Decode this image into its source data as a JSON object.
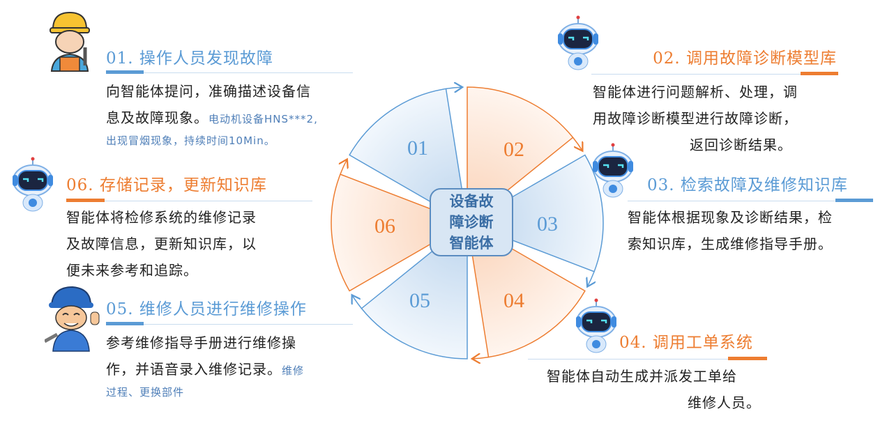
{
  "center": {
    "lines": [
      "设备故",
      "障诊断",
      "智能体"
    ]
  },
  "segments": [
    {
      "num": "01",
      "color": "#5b9bd5"
    },
    {
      "num": "02",
      "color": "#ed7d31"
    },
    {
      "num": "03",
      "color": "#5b9bd5"
    },
    {
      "num": "04",
      "color": "#ed7d31"
    },
    {
      "num": "05",
      "color": "#5b9bd5"
    },
    {
      "num": "06",
      "color": "#ed7d31"
    }
  ],
  "steps": [
    {
      "title": "01. 操作人员发现故障",
      "lines": [
        "向智能体提问，准确描述设备信",
        "息及故障现象。"
      ],
      "note": [
        "电动机设备HNS***2,",
        "出现冒烟现象，持续时间10Min。"
      ],
      "icon": "worker-icon"
    },
    {
      "title": "02. 调用故障诊断模型库",
      "lines": [
        "智能体进行问题解析、处理，调",
        "用故障诊断模型进行故障诊断，",
        "返回诊断结果。"
      ],
      "icon": "robot-icon"
    },
    {
      "title": "03. 检索故障及维修知识库",
      "lines": [
        "智能体根据现象及诊断结果，检",
        "索知识库，生成维修指导手册。"
      ],
      "icon": "robot-icon"
    },
    {
      "title": "04. 调用工单系统",
      "lines": [
        "智能体自动生成并派发工单给",
        "维修人员。"
      ],
      "icon": "robot-icon"
    },
    {
      "title": "05. 维修人员进行维修操作",
      "lines": [
        "参考维修指导手册进行维修操",
        "作，并语音录入维修记录。"
      ],
      "note": [
        "维修",
        "过程、更换部件"
      ],
      "icon": "repairman-icon"
    },
    {
      "title": "06. 存储记录，更新知识库",
      "lines": [
        "智能体将检修系统的维修记录",
        "及故障信息，更新知识库，以",
        "便未来参考和追踪。"
      ],
      "icon": "robot-icon"
    }
  ],
  "colors": {
    "blue": "#5b9bd5",
    "orange": "#ed7d31"
  }
}
